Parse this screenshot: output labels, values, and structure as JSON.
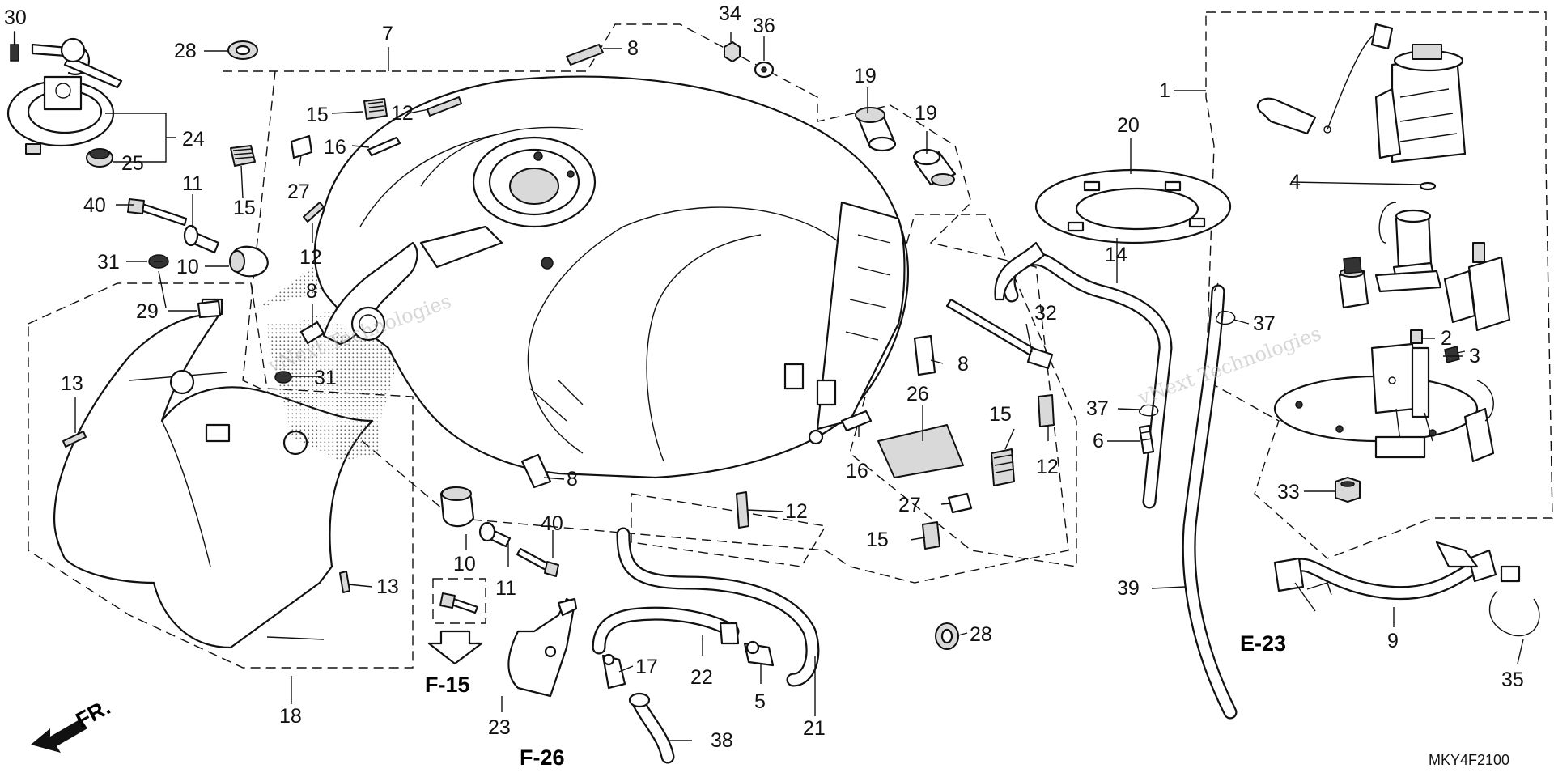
{
  "diagram_code": "MKY4F2100",
  "watermark": "vNext Technologies",
  "direction_label": "FR.",
  "reference_labels": [
    "F-15",
    "F-26",
    "E-23"
  ],
  "callouts": [
    {
      "id": "c30",
      "text": "30"
    },
    {
      "id": "c28a",
      "text": "28"
    },
    {
      "id": "c7",
      "text": "7"
    },
    {
      "id": "c8a",
      "text": "8"
    },
    {
      "id": "c34",
      "text": "34"
    },
    {
      "id": "c36",
      "text": "36"
    },
    {
      "id": "c19a",
      "text": "19"
    },
    {
      "id": "c19b",
      "text": "19"
    },
    {
      "id": "c20",
      "text": "20"
    },
    {
      "id": "c1",
      "text": "1"
    },
    {
      "id": "c24",
      "text": "24"
    },
    {
      "id": "c25",
      "text": "25"
    },
    {
      "id": "c15a",
      "text": "15"
    },
    {
      "id": "c12a",
      "text": "12"
    },
    {
      "id": "c16a",
      "text": "16"
    },
    {
      "id": "c27a",
      "text": "27"
    },
    {
      "id": "c15b",
      "text": "15"
    },
    {
      "id": "c40a",
      "text": "40"
    },
    {
      "id": "c11a",
      "text": "11"
    },
    {
      "id": "c12b",
      "text": "12"
    },
    {
      "id": "c31a",
      "text": "31"
    },
    {
      "id": "c10a",
      "text": "10"
    },
    {
      "id": "c8b",
      "text": "8"
    },
    {
      "id": "c29",
      "text": "29"
    },
    {
      "id": "c13a",
      "text": "13"
    },
    {
      "id": "c31b",
      "text": "31"
    },
    {
      "id": "c4",
      "text": "4"
    },
    {
      "id": "c14",
      "text": "14"
    },
    {
      "id": "c32",
      "text": "32"
    },
    {
      "id": "c37a",
      "text": "37"
    },
    {
      "id": "c2",
      "text": "2"
    },
    {
      "id": "c3",
      "text": "3"
    },
    {
      "id": "c8c",
      "text": "8"
    },
    {
      "id": "c26",
      "text": "26"
    },
    {
      "id": "c15c",
      "text": "15"
    },
    {
      "id": "c37b",
      "text": "37"
    },
    {
      "id": "c6",
      "text": "6"
    },
    {
      "id": "c16b",
      "text": "16"
    },
    {
      "id": "c12c",
      "text": "12"
    },
    {
      "id": "c8d",
      "text": "8"
    },
    {
      "id": "c33",
      "text": "33"
    },
    {
      "id": "c12d",
      "text": "12"
    },
    {
      "id": "c27b",
      "text": "27"
    },
    {
      "id": "c10b",
      "text": "10"
    },
    {
      "id": "c40b",
      "text": "40"
    },
    {
      "id": "c15d",
      "text": "15"
    },
    {
      "id": "c13b",
      "text": "13"
    },
    {
      "id": "c11b",
      "text": "11"
    },
    {
      "id": "c39",
      "text": "39"
    },
    {
      "id": "c28b",
      "text": "28"
    },
    {
      "id": "c9",
      "text": "9"
    },
    {
      "id": "c35",
      "text": "35"
    },
    {
      "id": "c17",
      "text": "17"
    },
    {
      "id": "c22",
      "text": "22"
    },
    {
      "id": "c5",
      "text": "5"
    },
    {
      "id": "c21",
      "text": "21"
    },
    {
      "id": "c18",
      "text": "18"
    },
    {
      "id": "c23",
      "text": "23"
    },
    {
      "id": "c38",
      "text": "38"
    }
  ]
}
